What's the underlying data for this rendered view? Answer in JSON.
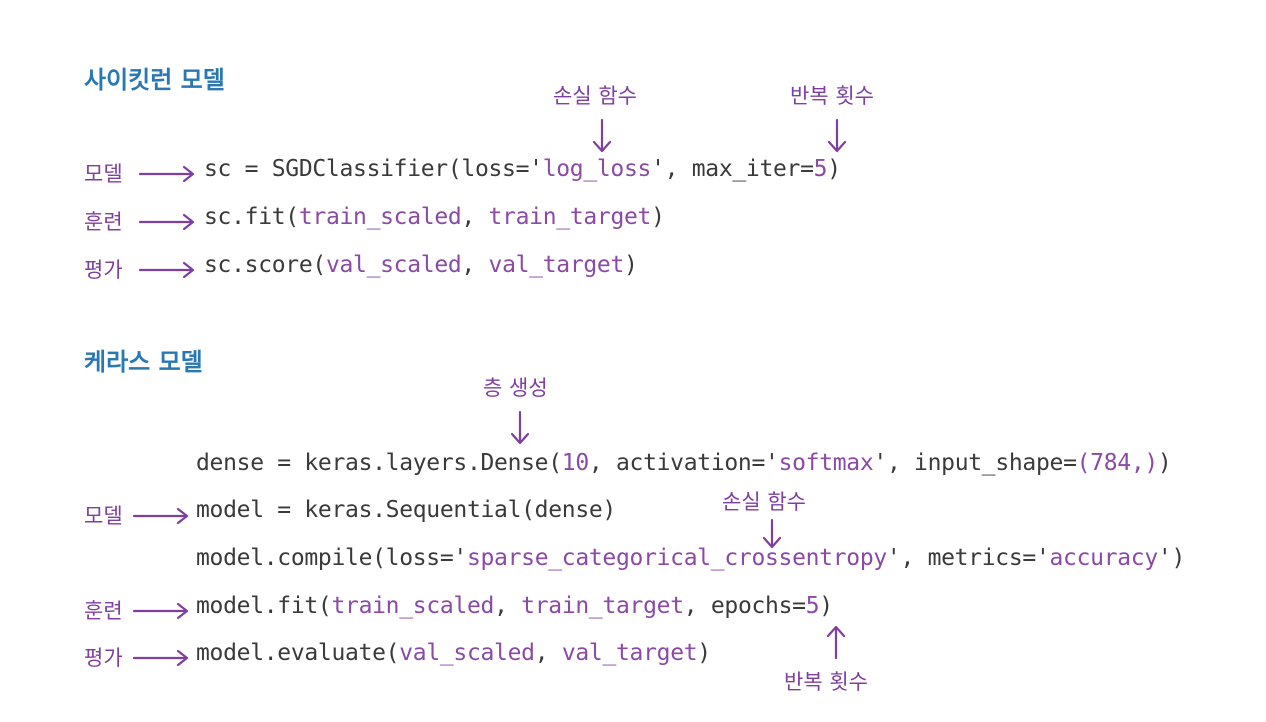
{
  "sklearn": {
    "heading": "사이킷런 모델",
    "anno_loss": "손실 함수",
    "anno_iter": "반복 횟수",
    "rows": [
      {
        "label": "모델",
        "parts": [
          {
            "t": "sc = SGDClassifier(loss='",
            "h": false
          },
          {
            "t": "log_loss",
            "h": true
          },
          {
            "t": "', max_iter=",
            "h": false
          },
          {
            "t": "5",
            "h": true
          },
          {
            "t": ")",
            "h": false
          }
        ]
      },
      {
        "label": "훈련",
        "parts": [
          {
            "t": "sc.fit(",
            "h": false
          },
          {
            "t": "train_scaled",
            "h": true
          },
          {
            "t": ", ",
            "h": false
          },
          {
            "t": "train_target",
            "h": true
          },
          {
            "t": ")",
            "h": false
          }
        ]
      },
      {
        "label": "평가",
        "parts": [
          {
            "t": "sc.score(",
            "h": false
          },
          {
            "t": "val_scaled",
            "h": true
          },
          {
            "t": ", ",
            "h": false
          },
          {
            "t": "val_target",
            "h": true
          },
          {
            "t": ")",
            "h": false
          }
        ]
      }
    ]
  },
  "keras": {
    "heading": "케라스 모델",
    "anno_layer": "층 생성",
    "anno_loss": "손실 함수",
    "anno_iter": "반복 횟수",
    "rows": [
      {
        "label": "",
        "parts": [
          {
            "t": "dense = keras.layers.Dense(",
            "h": false
          },
          {
            "t": "10",
            "h": true
          },
          {
            "t": ", activation='",
            "h": false
          },
          {
            "t": "softmax",
            "h": true
          },
          {
            "t": "', input_shape=",
            "h": false
          },
          {
            "t": "(784,)",
            "h": true
          },
          {
            "t": ")",
            "h": false
          }
        ]
      },
      {
        "label": "모델",
        "parts": [
          {
            "t": "model = keras.Sequential(dense)",
            "h": false
          }
        ]
      },
      {
        "label": "",
        "parts": [
          {
            "t": "model.compile(loss='",
            "h": false
          },
          {
            "t": "sparse_categorical_crossentropy",
            "h": true
          },
          {
            "t": "', metrics='",
            "h": false
          },
          {
            "t": "accuracy",
            "h": true
          },
          {
            "t": "')",
            "h": false
          }
        ]
      },
      {
        "label": "훈련",
        "parts": [
          {
            "t": "model.fit(",
            "h": false
          },
          {
            "t": "train_scaled",
            "h": true
          },
          {
            "t": ", ",
            "h": false
          },
          {
            "t": "train_target",
            "h": true
          },
          {
            "t": ", epochs=",
            "h": false
          },
          {
            "t": "5",
            "h": true
          },
          {
            "t": ")",
            "h": false
          }
        ]
      },
      {
        "label": "평가",
        "parts": [
          {
            "t": "model.evaluate(",
            "h": false
          },
          {
            "t": "val_scaled",
            "h": true
          },
          {
            "t": ", ",
            "h": false
          },
          {
            "t": "val_target",
            "h": true
          },
          {
            "t": ")",
            "h": false
          }
        ]
      }
    ]
  },
  "colors": {
    "heading": "#2a78b3",
    "annotation": "#7e3fa0",
    "code": "#3a3a3a",
    "highlight": "#8a4aa6"
  }
}
